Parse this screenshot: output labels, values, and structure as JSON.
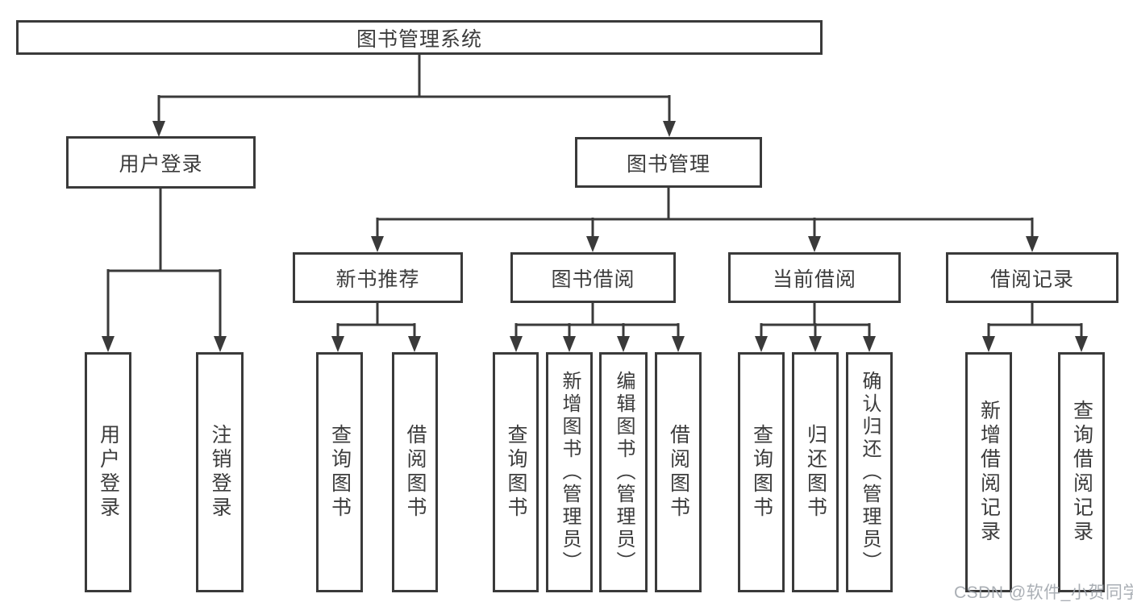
{
  "diagram": {
    "root": "图书管理系统",
    "login_branch": {
      "label": "用户登录",
      "leaves": [
        "用户登录",
        "注销登录"
      ]
    },
    "mgmt_branch": {
      "label": "图书管理",
      "groups": [
        {
          "label": "新书推荐",
          "leaves": [
            "查询图书",
            "借阅图书"
          ]
        },
        {
          "label": "图书借阅",
          "leaves": [
            "查询图书",
            "新增图书（管理员）",
            "编辑图书（管理员）",
            "借阅图书"
          ]
        },
        {
          "label": "当前借阅",
          "leaves": [
            "查询图书",
            "归还图书",
            "确认归还（管理员）"
          ]
        },
        {
          "label": "借阅记录",
          "leaves": [
            "新增借阅记录",
            "查询借阅记录"
          ]
        }
      ]
    }
  },
  "watermark": "CSDN @软件_小贺同学",
  "colors": {
    "line": "#3a3a3a",
    "text": "#3c3c3c",
    "background": "#ffffff",
    "watermark": "#9ea4ab"
  }
}
